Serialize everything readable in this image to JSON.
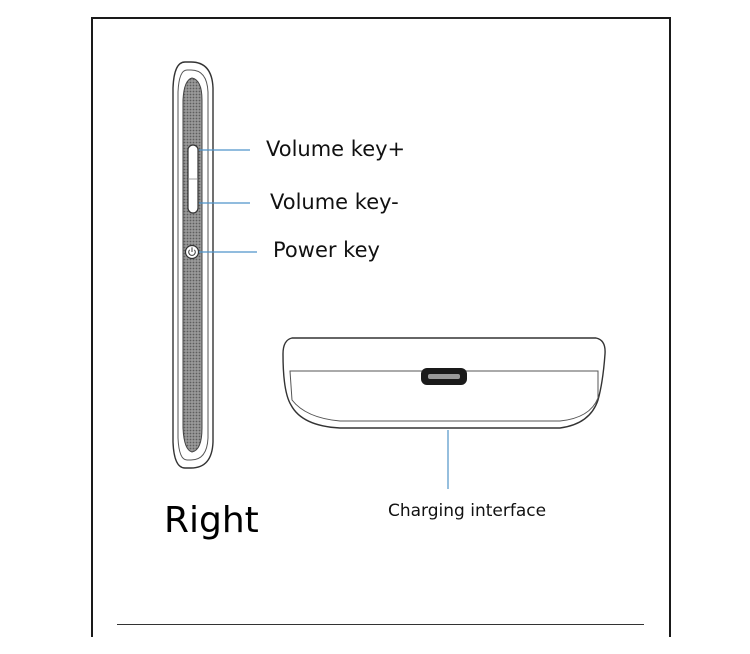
{
  "labels": {
    "volume_up": "Volume key+",
    "volume_down": "Volume key-",
    "power": "Power key",
    "view": "Right",
    "charging": "Charging interface"
  },
  "colors": {
    "leader_line": "#4f94c9",
    "outline": "#333333",
    "grille": "#7a7a7a"
  },
  "icons": [
    "power-icon"
  ]
}
